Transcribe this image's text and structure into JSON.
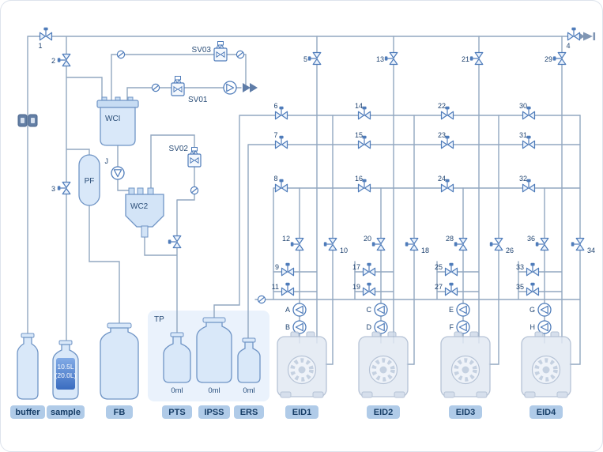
{
  "colors": {
    "pipe": "#92a7c0",
    "component": "#4f7cba",
    "vessel_fill": "#d9e8f9",
    "liquid": "#3a6cc0",
    "badge_bg": "#b0cbe8",
    "badge_text": "#163d66",
    "tp_region_bg": "#eaf2fc"
  },
  "valves": {
    "v1": "1",
    "v2": "2",
    "v3": "3",
    "v4": "4",
    "v5": "5",
    "v6": "6",
    "v7": "7",
    "v8": "8",
    "v9": "9",
    "v10": "10",
    "v11": "11",
    "v12": "12",
    "v13": "13",
    "v14": "14",
    "v15": "15",
    "v16": "16",
    "v17": "17",
    "v18": "18",
    "v19": "19",
    "v20": "20",
    "v21": "21",
    "v22": "22",
    "v23": "23",
    "v24": "24",
    "v25": "25",
    "v26": "26",
    "v27": "27",
    "v28": "28",
    "v29": "29",
    "v30": "30",
    "v31": "31",
    "v32": "32",
    "v33": "33",
    "v34": "34",
    "v35": "35",
    "v36": "36"
  },
  "solenoid_valves": {
    "sv01": "SV01",
    "sv02": "SV02",
    "sv03": "SV03"
  },
  "vessels": {
    "wci": "WCI",
    "wc2": "WC2",
    "pf": "PF"
  },
  "regions": {
    "tp": "TP"
  },
  "pumps": {
    "a": "A",
    "b": "B",
    "c": "C",
    "d": "D",
    "e": "E",
    "f": "F",
    "g": "G",
    "h": "H",
    "j": "J"
  },
  "bottles": {
    "buffer": {
      "label": "buffer"
    },
    "sample": {
      "label": "sample",
      "volume_current": "10.5L",
      "volume_total": "(20.0L)"
    },
    "fb": {
      "label": "FB"
    },
    "pts": {
      "label": "PTS",
      "volume": "0ml"
    },
    "ipss": {
      "label": "IPSS",
      "volume": "0ml"
    },
    "ers": {
      "label": "ERS",
      "volume": "0ml"
    },
    "eid1": {
      "label": "EID1"
    },
    "eid2": {
      "label": "EID2"
    },
    "eid3": {
      "label": "EID3"
    },
    "eid4": {
      "label": "EID4"
    }
  }
}
